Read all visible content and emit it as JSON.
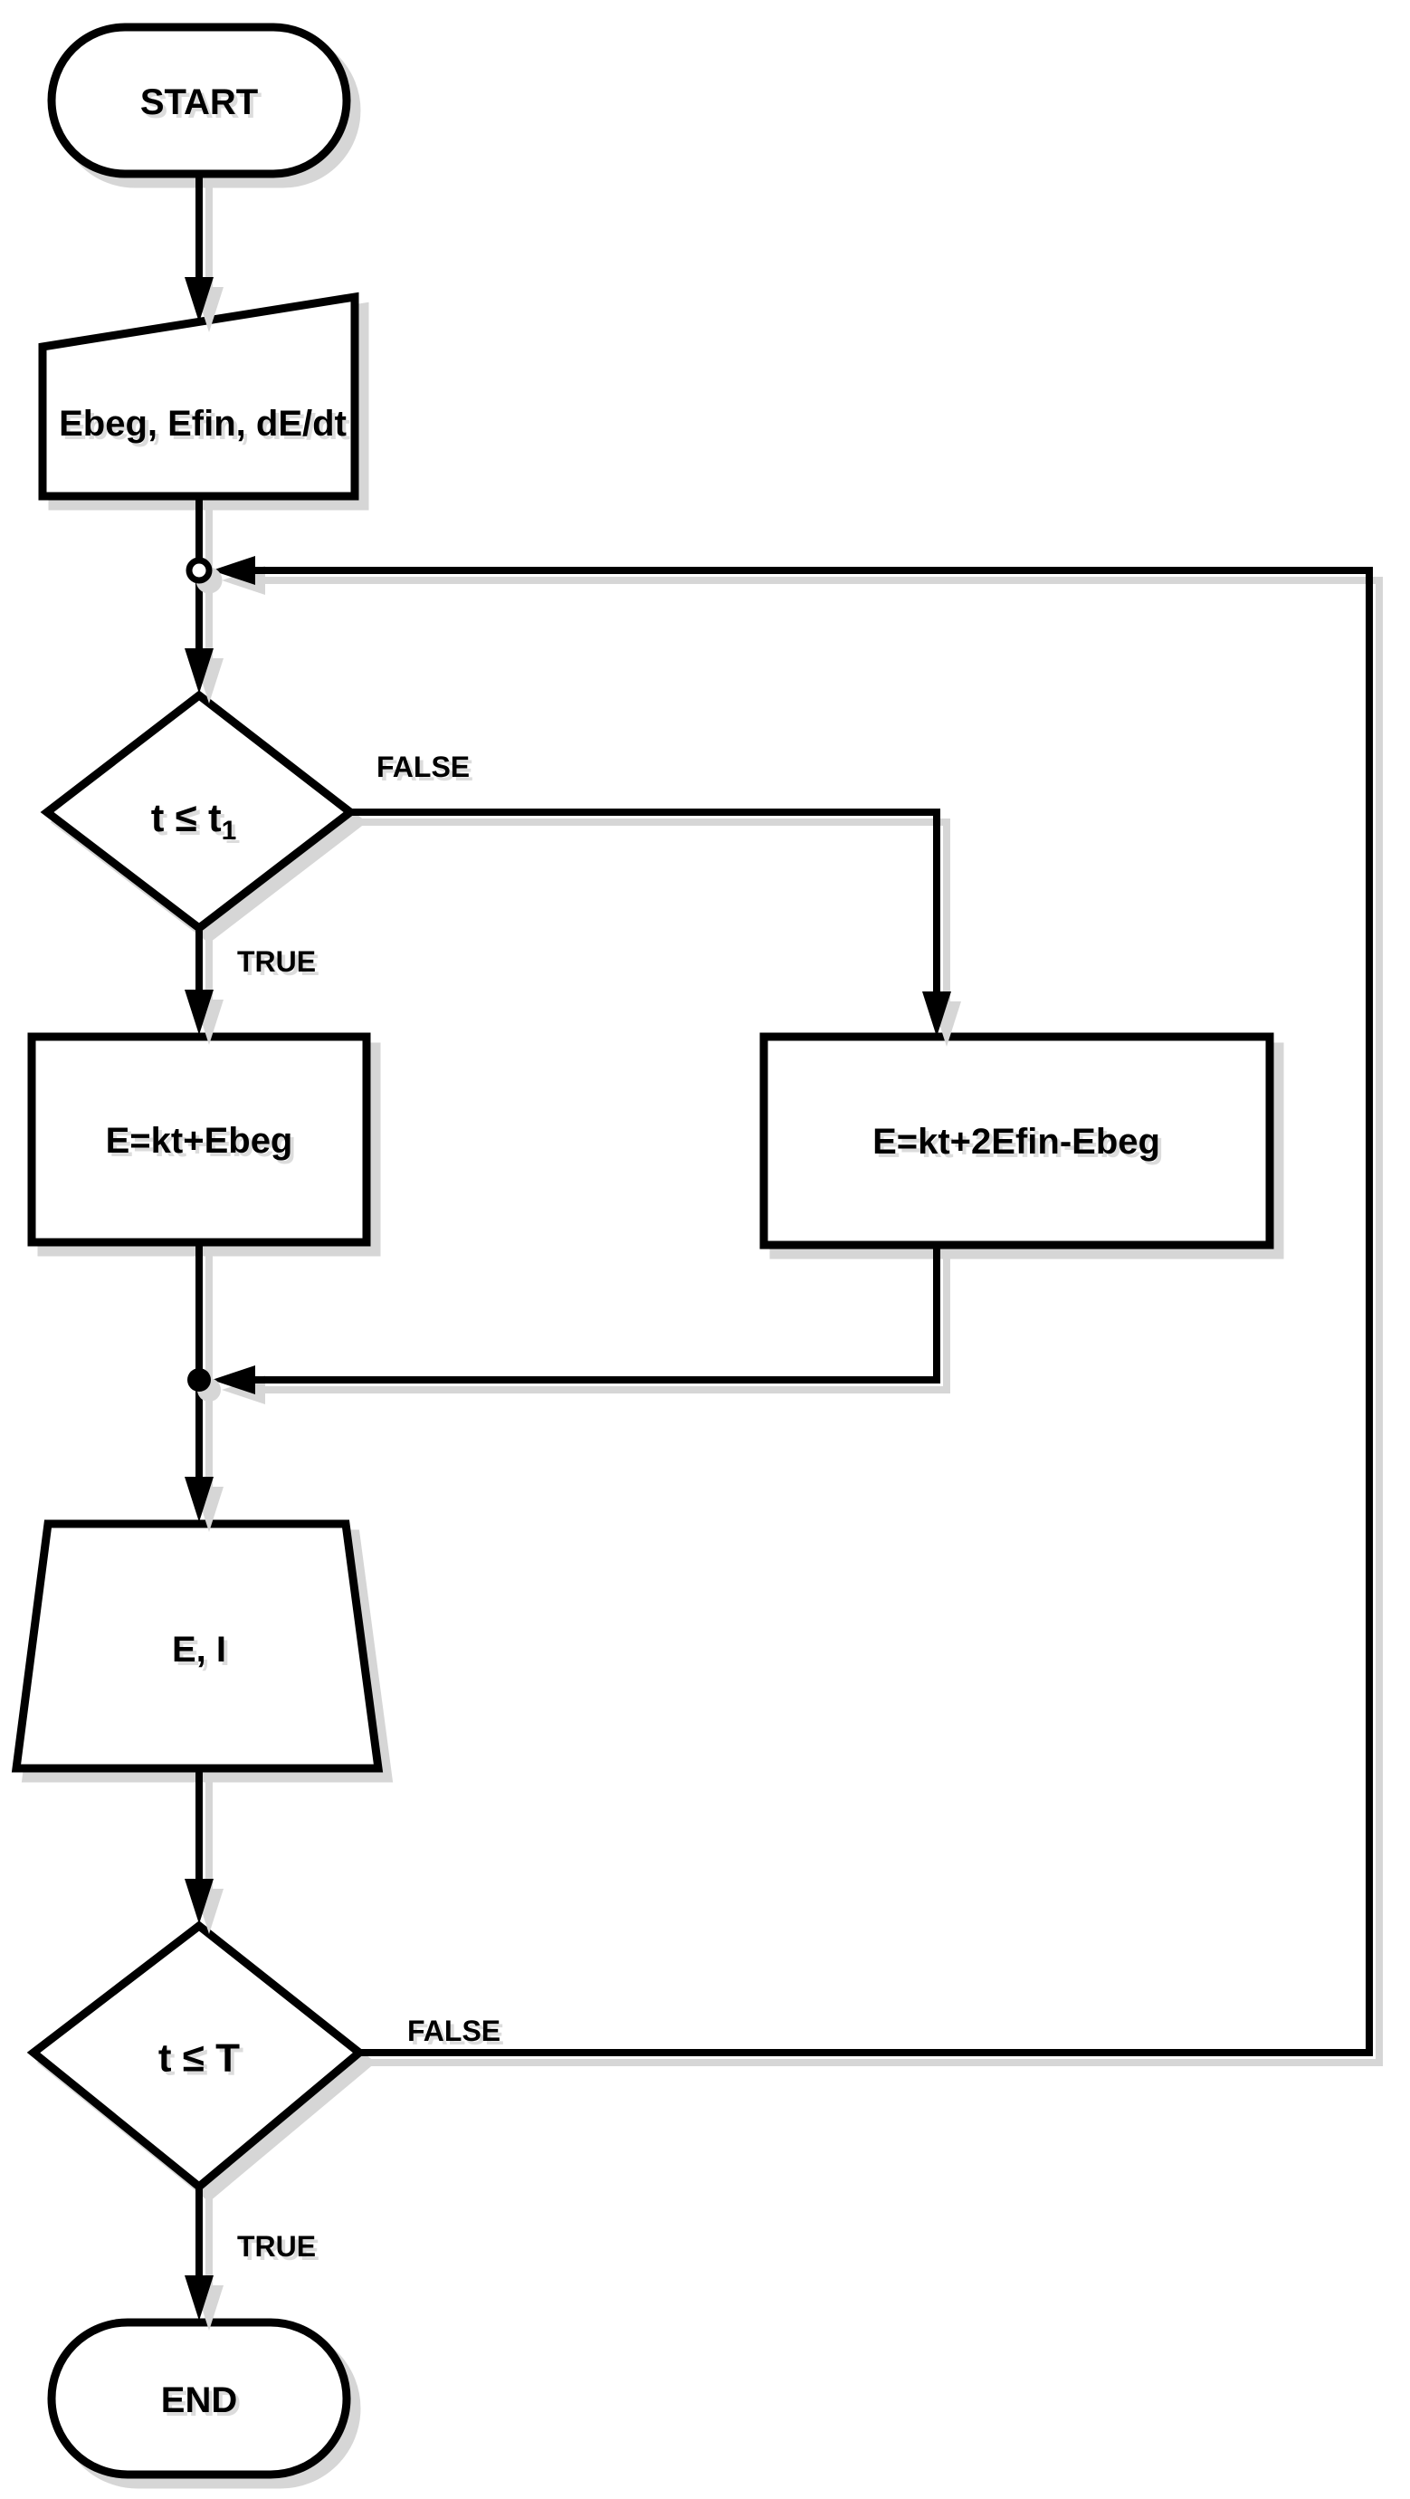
{
  "diagram": {
    "type": "flowchart",
    "background_color": "#ffffff",
    "stroke_color": "#000000",
    "shadow_color": "#d6d6d6",
    "nodes": {
      "start": {
        "type": "terminator",
        "label": "START"
      },
      "input": {
        "type": "manual-input",
        "label": "Ebeg, Efin, dE/dt"
      },
      "decision1": {
        "type": "decision",
        "label_main": "t ≤ t",
        "label_sub": "1"
      },
      "process_true": {
        "type": "process",
        "label": "E=kt+Ebeg"
      },
      "process_false": {
        "type": "process",
        "label": "E=kt+2Efin-Ebeg"
      },
      "output": {
        "type": "output",
        "label": "E, I"
      },
      "decision2": {
        "type": "decision",
        "label": "t ≤ T"
      },
      "end": {
        "type": "terminator",
        "label": "END"
      }
    },
    "edge_labels": {
      "decision1_true": "TRUE",
      "decision1_false": "FALSE",
      "decision2_true": "TRUE",
      "decision2_false": "FALSE"
    }
  }
}
